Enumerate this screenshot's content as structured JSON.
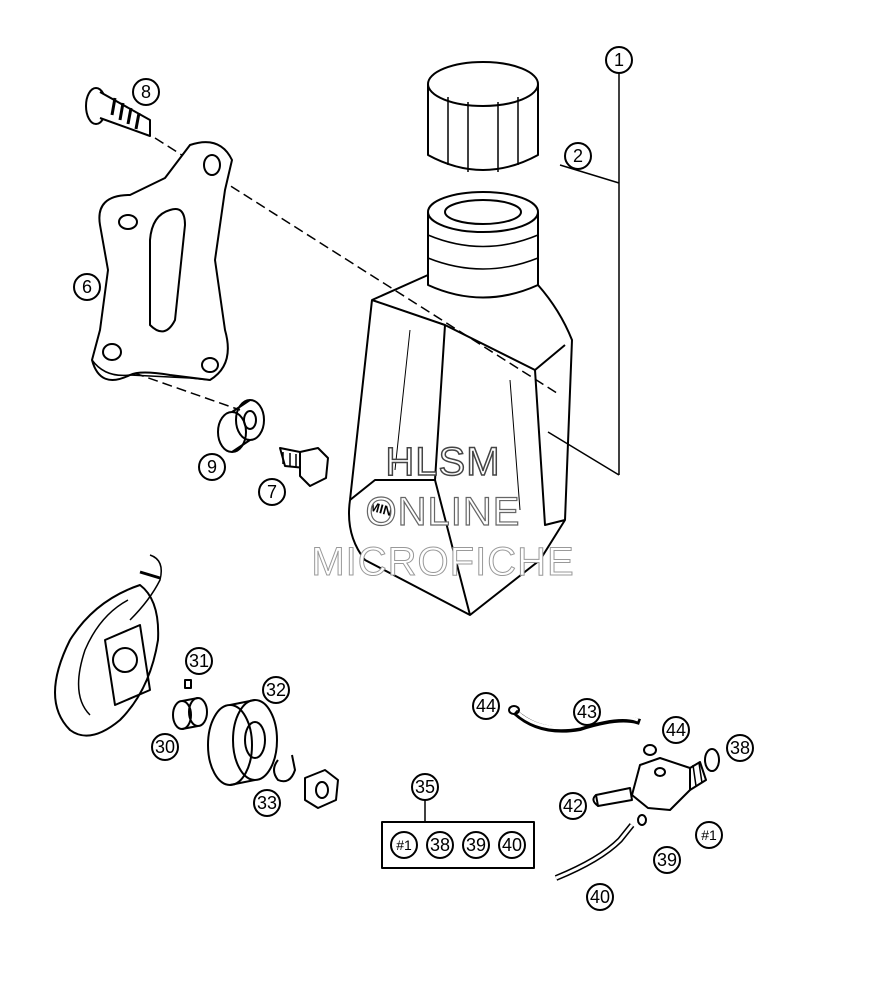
{
  "callouts": [
    "1",
    "2",
    "8",
    "6",
    "9",
    "7",
    "31",
    "32",
    "30",
    "33",
    "35",
    "44",
    "43",
    "44",
    "38",
    "42",
    "#1",
    "39",
    "40"
  ],
  "kit_items": [
    "#1",
    "38",
    "39",
    "40"
  ],
  "tank_label": "MIN",
  "watermark": [
    "HLSM",
    "ONLINE",
    "MICROFICHE"
  ]
}
